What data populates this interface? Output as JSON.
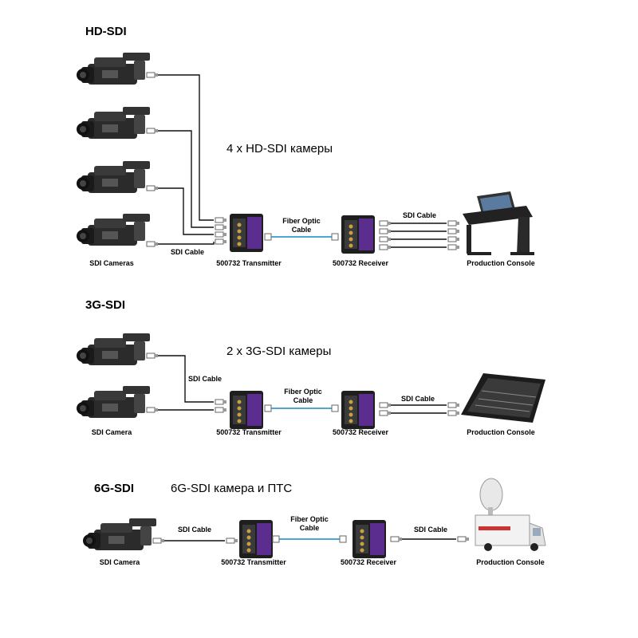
{
  "sections": {
    "hd": {
      "title": "HD-SDI",
      "caption": "4 x HD-SDI камеры",
      "cameras_label": "SDI Cameras",
      "cable_label": "SDI Cable",
      "fiber_label": "Fiber Optic Cable",
      "transmitter_label": "500732 Transmitter",
      "receiver_label": "500732 Receiver",
      "out_cable_label": "SDI Cable",
      "console_label": "Production Console"
    },
    "g3": {
      "title": "3G-SDI",
      "caption": "2 x 3G-SDI камеры",
      "camera_label": "SDI Camera",
      "cable_label": "SDI Cable",
      "fiber_label": "Fiber Optic Cable",
      "transmitter_label": "500732 Transmitter",
      "receiver_label": "500732 Receiver",
      "out_cable_label": "SDI Cable",
      "console_label": "Production Console"
    },
    "g6": {
      "title": "6G-SDI",
      "caption": "6G-SDI камера и ПТС",
      "camera_label": "SDI Camera",
      "cable_label": "SDI Cable",
      "fiber_label": "Fiber Optic Cable",
      "transmitter_label": "500732 Transmitter",
      "receiver_label": "500732 Receiver",
      "out_cable_label": "SDI Cable",
      "console_label": "Production Console"
    }
  },
  "colors": {
    "device_purple": "#5b2d8e",
    "device_dark": "#222222",
    "fiber_blue": "#4aa8d8",
    "cable": "#111111"
  }
}
